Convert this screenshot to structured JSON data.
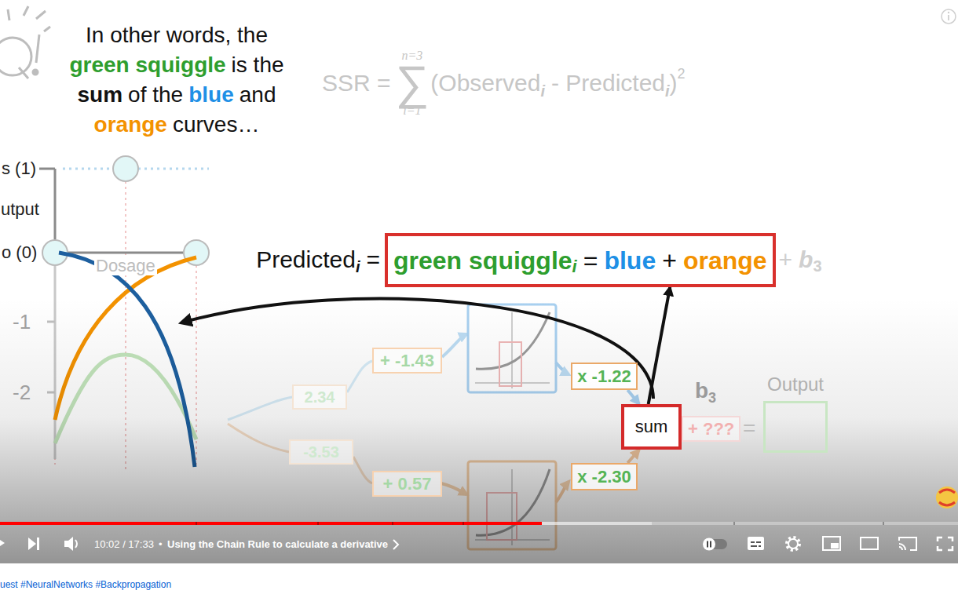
{
  "diagram": {
    "nodes": [
      {
        "text": [
          "green squiggle",
          "i",
          "=",
          "blue",
          "+",
          "orange"
        ]
      },
      {
        "text": [
          "+ -1.43"
        ]
      },
      {
        "text": [
          "2.34"
        ]
      },
      {
        "text": [
          "-3.53"
        ]
      },
      {
        "text": [
          "+ 0.57"
        ]
      },
      {
        "text": [
          "x -1.22"
        ]
      },
      {
        "text": [
          "x -2.30"
        ]
      },
      {
        "text": [
          "sum"
        ]
      },
      {
        "text": [
          "+ ???"
        ]
      },
      {
        "text": [
          "Output"
        ]
      }
    ],
    "edges": [
      {
        "from": 5,
        "to": 7,
        "arrow": "to"
      },
      {
        "from": 6,
        "to": 7,
        "arrow": "to"
      },
      {
        "from": 7,
        "to": 0,
        "arrow": "to"
      }
    ],
    "labels": [
      "In other words, the",
      "green squiggle",
      "is the",
      "sum",
      "of the",
      "blue",
      "and",
      "orange",
      "curves…",
      "SSR =",
      "n=3",
      "∑",
      "i=1",
      "(Observed",
      "i",
      "- Predicted",
      "i",
      ")",
      "2",
      "s (1)",
      "utput",
      "o (0)",
      "Dosage",
      "-1",
      "-2",
      "Predicted",
      "i",
      "=",
      "+",
      "b",
      "3",
      "b",
      "3",
      "=",
      "10:02 / 17:33",
      "•",
      "Using the Chain Rule to calculate a derivative",
      "uest #NeuralNetworks #Backpropagation"
    ]
  }
}
